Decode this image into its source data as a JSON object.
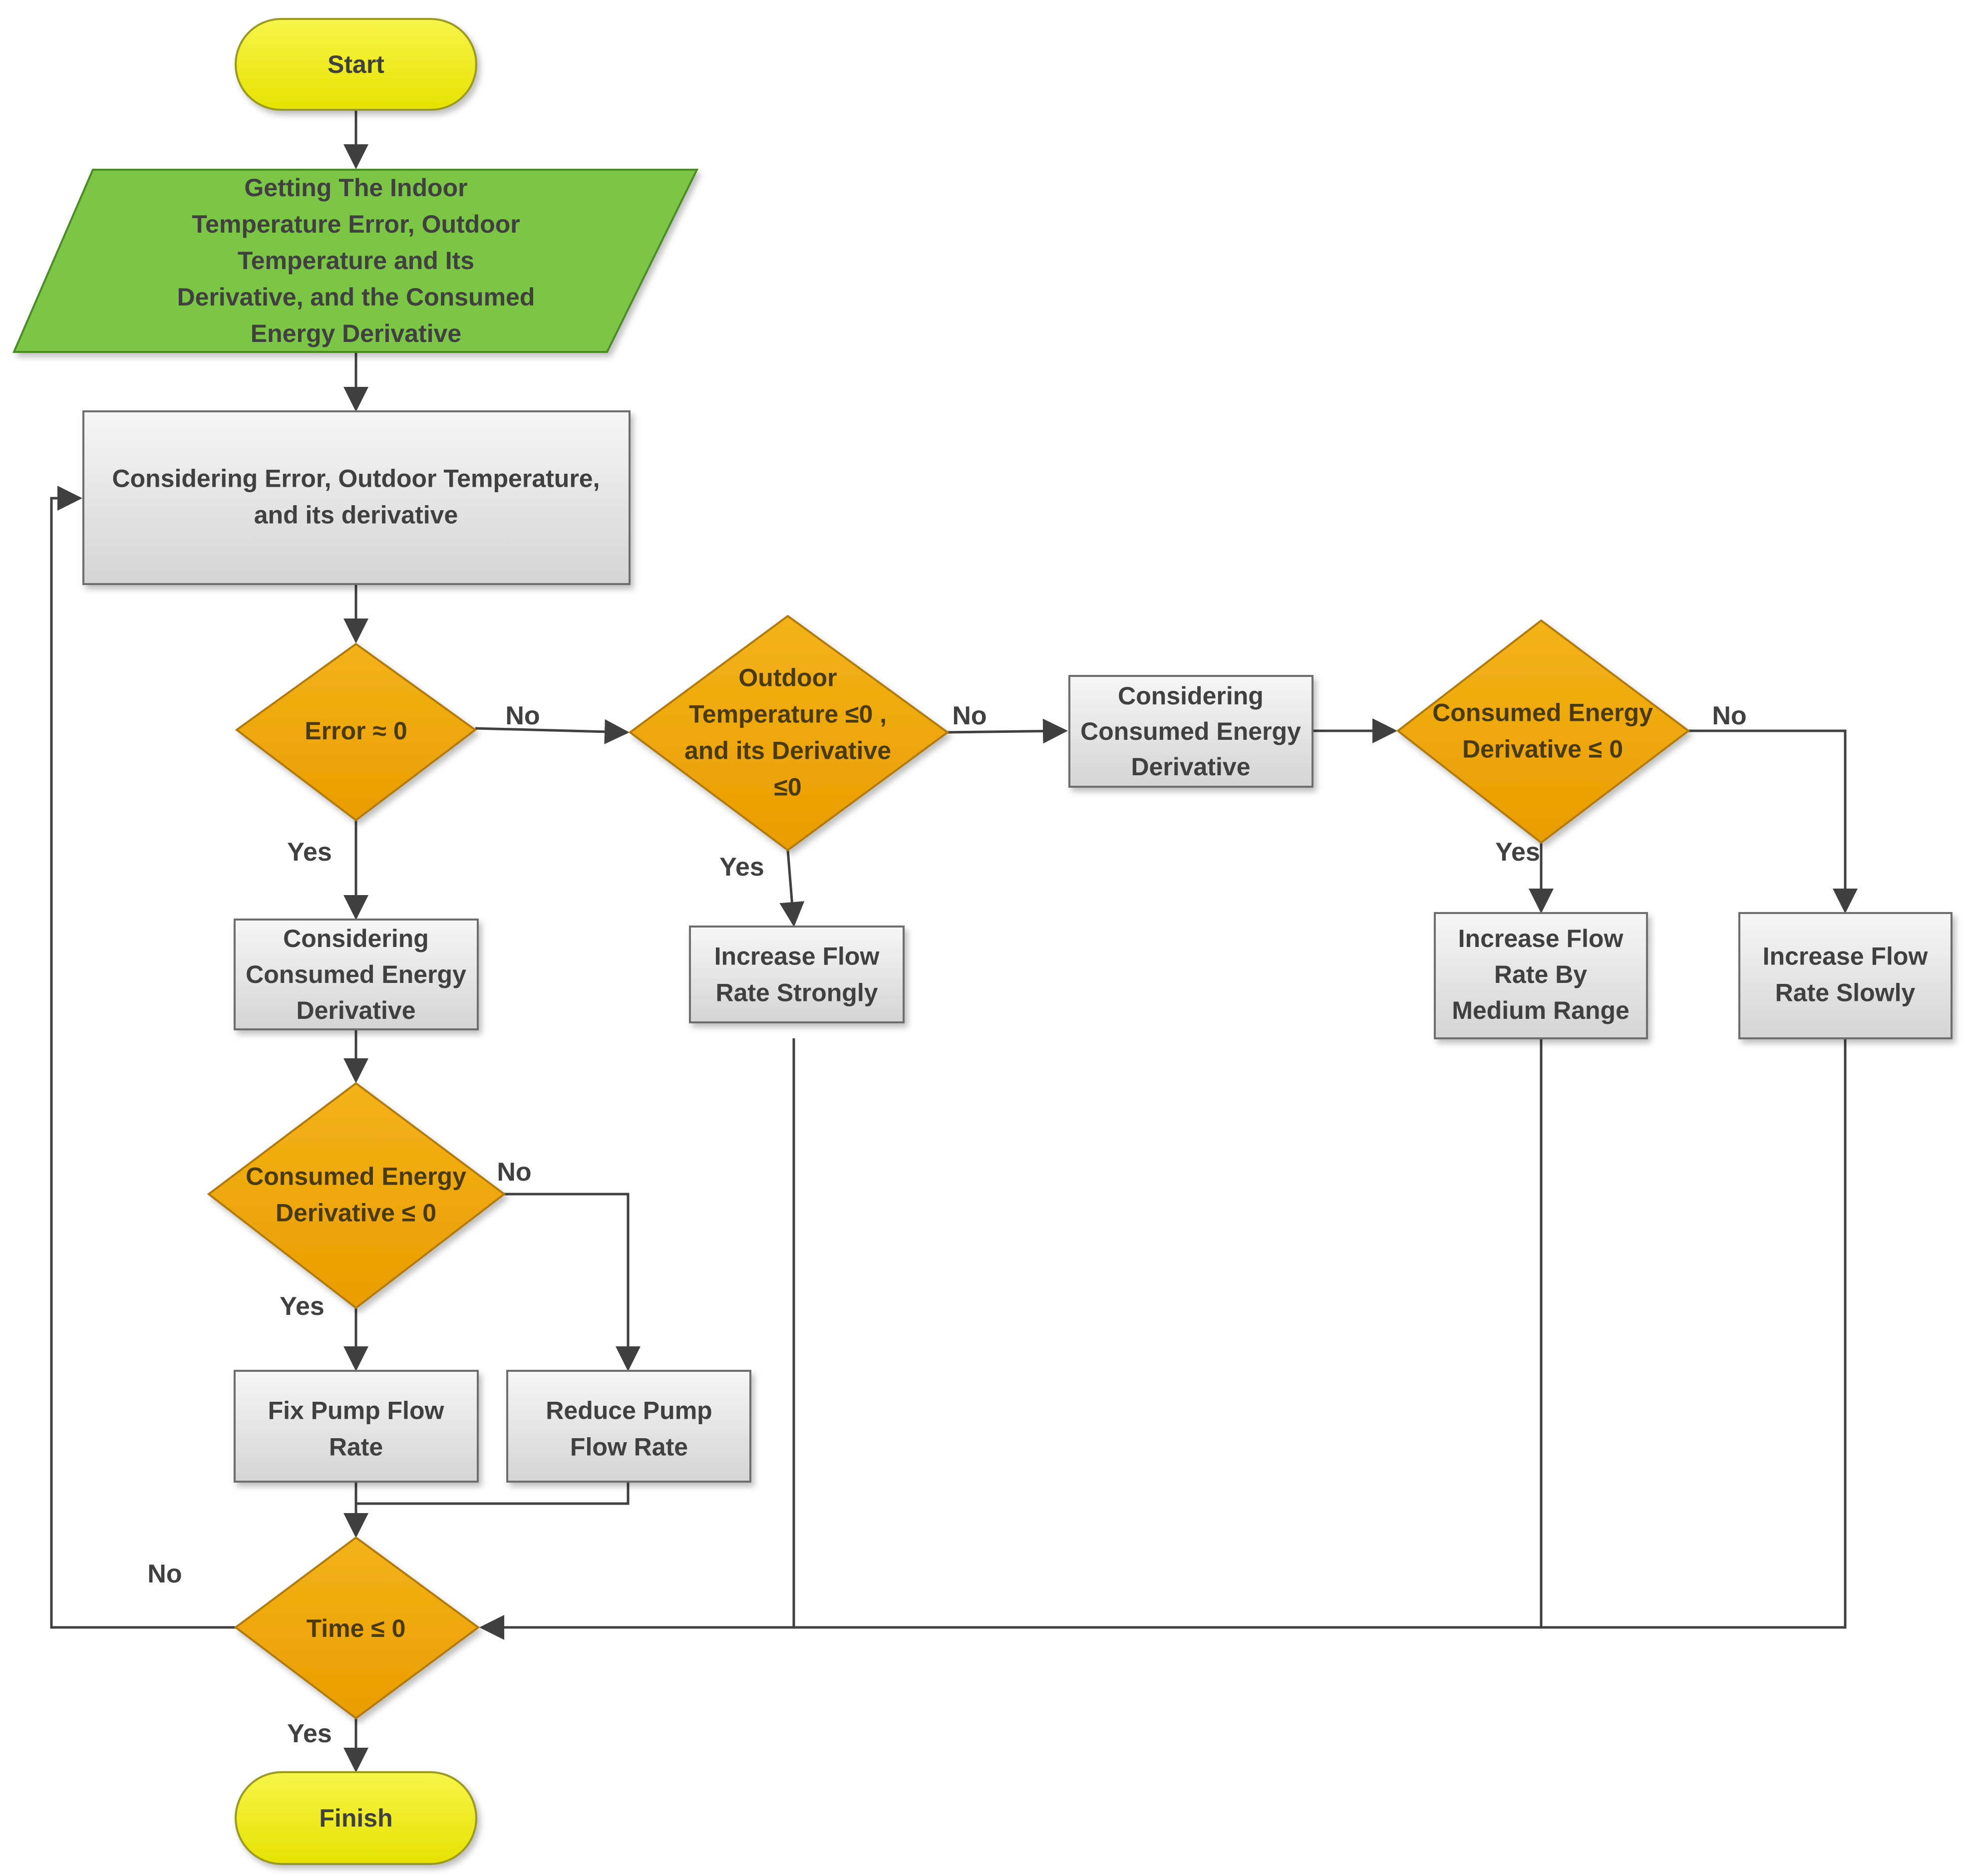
{
  "nodes": {
    "start": [
      "Start"
    ],
    "input": [
      "Getting The Indoor",
      "Temperature Error, Outdoor",
      "Temperature and Its",
      "Derivative, and the Consumed",
      "Energy Derivative"
    ],
    "consider_main": [
      "Considering Error, Outdoor Temperature,",
      "and its derivative"
    ],
    "dec_error": [
      "Error ≈ 0"
    ],
    "dec_outdoor": [
      "Outdoor",
      "Temperature ≤0 ,",
      "and its Derivative",
      "≤0"
    ],
    "consider_mid": [
      "Considering",
      "Consumed Energy",
      "Derivative"
    ],
    "dec_energy_right": [
      "Consumed Energy",
      "Derivative ≤ 0"
    ],
    "consider_left": [
      "Considering",
      "Consumed Energy",
      "Derivative"
    ],
    "inc_strong": [
      "Increase Flow",
      "Rate Strongly"
    ],
    "inc_medium": [
      "Increase Flow",
      "Rate By",
      "Medium Range"
    ],
    "inc_slow": [
      "Increase Flow",
      "Rate Slowly"
    ],
    "dec_energy_left": [
      "Consumed Energy",
      "Derivative ≤ 0"
    ],
    "fix_pump": [
      "Fix Pump Flow",
      "Rate"
    ],
    "reduce_pump": [
      "Reduce Pump",
      "Flow Rate"
    ],
    "dec_time": [
      "Time ≤ 0"
    ],
    "finish": [
      "Finish"
    ]
  },
  "labels": {
    "error_no": "No",
    "error_yes": "Yes",
    "outdoor_no": "No",
    "outdoor_yes": "Yes",
    "energy_right_no": "No",
    "energy_right_yes": "Yes",
    "energy_left_no": "No",
    "energy_left_yes": "Yes",
    "time_no": "No",
    "time_yes": "Yes"
  },
  "colors": {
    "terminal_fill": "#f2f000",
    "terminal_stroke": "#9a9a20",
    "input_fill": "#7cc644",
    "input_stroke": "#4e8a2a",
    "process_fill_top": "#f4f4f4",
    "process_fill_bottom": "#d6d6d6",
    "process_stroke": "#6e6e6e",
    "decision_fill": "#f0a800",
    "decision_stroke": "#b07a10",
    "line": "#404040"
  }
}
